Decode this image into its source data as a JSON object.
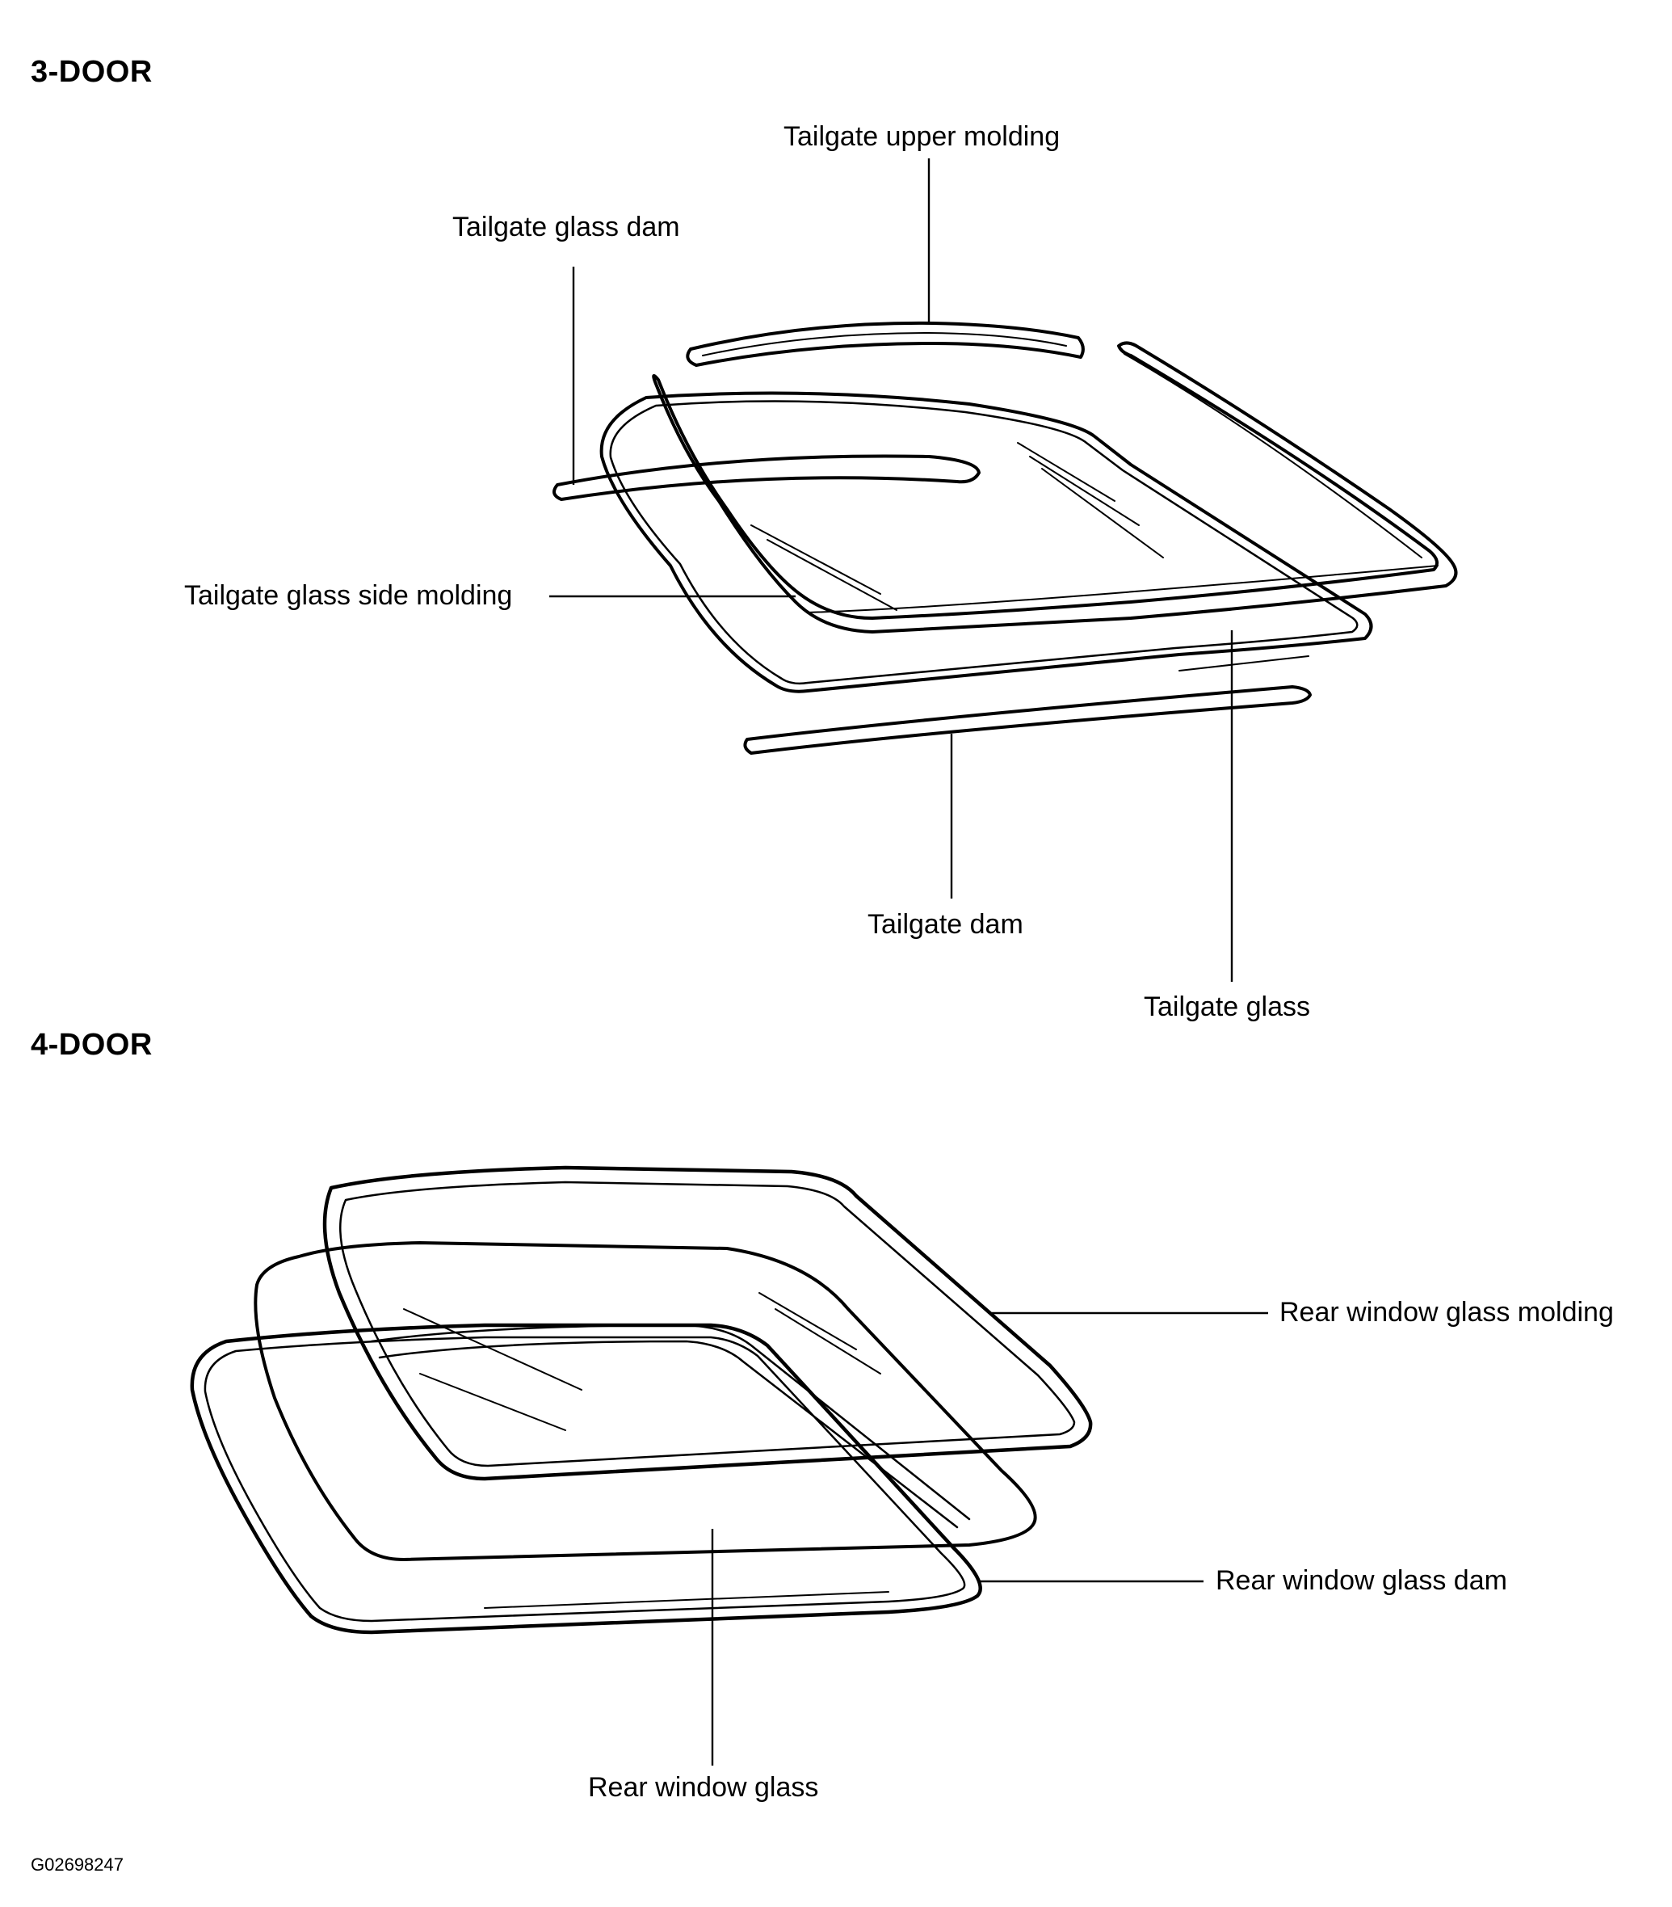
{
  "sections": {
    "three_door": {
      "heading": "3-DOOR",
      "labels": {
        "tailgate_upper_molding": "Tailgate upper molding",
        "tailgate_glass_dam": "Tailgate glass dam",
        "tailgate_glass_side_molding": "Tailgate glass side molding",
        "tailgate_dam": "Tailgate dam",
        "tailgate_glass": "Tailgate glass"
      }
    },
    "four_door": {
      "heading": "4-DOOR",
      "labels": {
        "rear_window_glass_molding": "Rear window glass molding",
        "rear_window_glass_dam": "Rear window glass dam",
        "rear_window_glass": "Rear window glass"
      }
    }
  },
  "figure_id": "G02698247"
}
